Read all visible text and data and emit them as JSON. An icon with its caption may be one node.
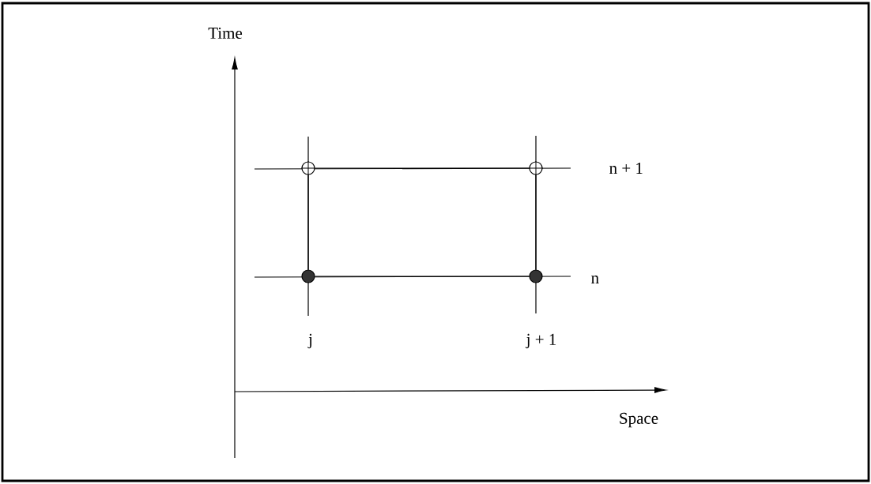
{
  "diagram": {
    "nodes": [
      {
        "text": [],
        "shape": "circle"
      },
      {
        "text": [],
        "shape": "circle"
      },
      {
        "text": [],
        "shape": "circle"
      },
      {
        "text": [],
        "shape": "circle"
      }
    ],
    "edges": [
      {
        "from": 0,
        "to": 1,
        "arrow": "none"
      },
      {
        "from": 2,
        "to": 3,
        "arrow": "none"
      },
      {
        "from": 0,
        "to": 2,
        "arrow": "none"
      },
      {
        "from": 1,
        "to": 3,
        "arrow": "none"
      }
    ],
    "labels": [
      "Time",
      "n + 1",
      "n",
      "j",
      "j + 1",
      "Space"
    ]
  }
}
